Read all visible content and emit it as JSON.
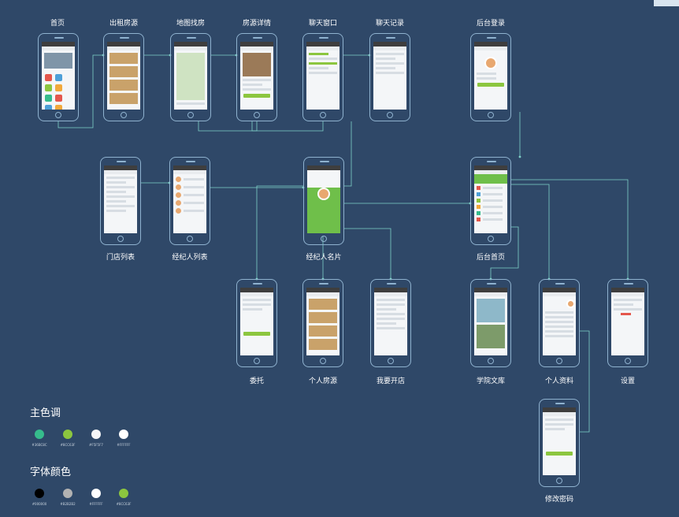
{
  "screens": [
    {
      "id": "home",
      "label": "首页",
      "kind": "tiles"
    },
    {
      "id": "rent",
      "label": "出租房源",
      "kind": "list"
    },
    {
      "id": "map",
      "label": "地图找房",
      "kind": "map"
    },
    {
      "id": "detail",
      "label": "房源详情",
      "kind": "detail"
    },
    {
      "id": "chat",
      "label": "聊天窗口",
      "kind": "chat"
    },
    {
      "id": "chatlog",
      "label": "聊天记录",
      "kind": "chatlog"
    },
    {
      "id": "admin-login",
      "label": "后台登录",
      "kind": "login"
    },
    {
      "id": "stores",
      "label": "门店列表",
      "kind": "text"
    },
    {
      "id": "agents",
      "label": "经纪人列表",
      "kind": "agents"
    },
    {
      "id": "card",
      "label": "经纪人名片",
      "kind": "card"
    },
    {
      "id": "admin-home",
      "label": "后台首页",
      "kind": "admin"
    },
    {
      "id": "entrust",
      "label": "委托",
      "kind": "form"
    },
    {
      "id": "mylist",
      "label": "个人房源",
      "kind": "list"
    },
    {
      "id": "openstore",
      "label": "我要开店",
      "kind": "form2"
    },
    {
      "id": "academy",
      "label": "学院文库",
      "kind": "photos"
    },
    {
      "id": "profile",
      "label": "个人资料",
      "kind": "profile"
    },
    {
      "id": "settings",
      "label": "设置",
      "kind": "settings"
    },
    {
      "id": "password",
      "label": "修改密码",
      "kind": "form"
    }
  ],
  "legend": {
    "main_title": "主色调",
    "main_colors": [
      {
        "hex": "#36bc8c",
        "label": "#36BC8C"
      },
      {
        "hex": "#8cc63f",
        "label": "#8CC63F"
      },
      {
        "hex": "#f5f5f7",
        "label": "#F5F5F7"
      },
      {
        "hex": "#ffffff",
        "label": "#FFFFFF"
      }
    ],
    "font_title": "字体颜色",
    "font_colors": [
      {
        "hex": "#000000",
        "label": "#000000"
      },
      {
        "hex": "#b2b2b2",
        "label": "#B2B2B2"
      },
      {
        "hex": "#ffffff",
        "label": "#FFFFFF"
      },
      {
        "hex": "#8cc63f",
        "label": "#8CC63F"
      }
    ]
  },
  "colors": {
    "background": "#2f4868",
    "phone_outline": "#8fb2cf",
    "connector": "#7fd1c8",
    "accent_green": "#8cc63f"
  }
}
